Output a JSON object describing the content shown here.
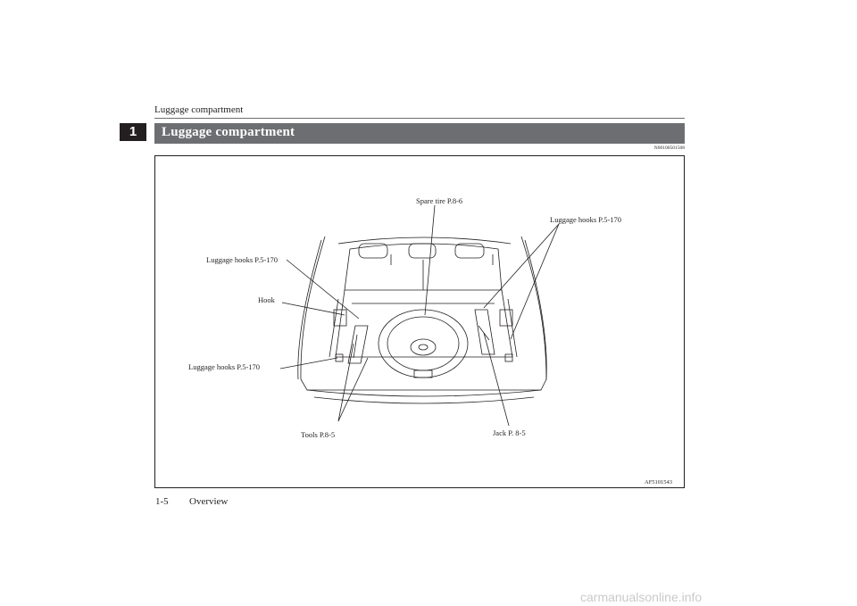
{
  "header": {
    "running_title": "Luggage compartment"
  },
  "chapter": {
    "number": "1"
  },
  "section": {
    "title": "Luggage compartment",
    "code": "N00100501508"
  },
  "figure": {
    "callouts": {
      "spare_tire": "Spare tire P.8-6",
      "hooks_right": "Luggage hooks P.5-170",
      "hooks_upper_left": "Luggage hooks P.5-170",
      "hook": "Hook",
      "hooks_lower_left": "Luggage hooks P.5-170",
      "tools": "Tools P.8-5",
      "jack": "Jack P. 8-5"
    },
    "code": "AF5101543"
  },
  "footer": {
    "page": "1-5",
    "section": "Overview"
  },
  "watermark": {
    "text": "carmanualsonline.info"
  }
}
